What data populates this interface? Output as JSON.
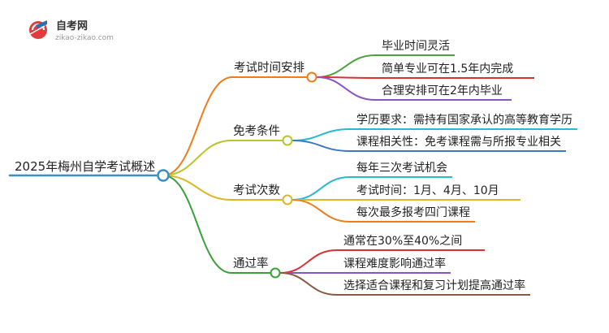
{
  "logo": {
    "title": "自考网",
    "subtitle": "zikao-zikao.com"
  },
  "root": {
    "label": "2025年梅州自学考试概述",
    "color": "#3a8fbf"
  },
  "branches": [
    {
      "label": "考试时间安排",
      "color": "#f07c1a",
      "leaves": [
        {
          "label": "毕业时间灵活",
          "color": "#4aa33d"
        },
        {
          "label": "简单专业可在1.5年内完成",
          "color": "#d93232"
        },
        {
          "label": "合理安排可在2年内毕业",
          "color": "#8a55c2"
        }
      ]
    },
    {
      "label": "免考条件",
      "color": "#b9c52a",
      "leaves": [
        {
          "label": "学历要求：需持有国家承认的高等教育学历",
          "color": "#2bb8d2"
        },
        {
          "label": "课程相关性：免考课程需与所报专业相关",
          "color": "#3a7bc2"
        }
      ]
    },
    {
      "label": "考试次数",
      "color": "#d9b82a",
      "leaves": [
        {
          "label": "每年三次考试机会",
          "color": "#2bb8d2"
        },
        {
          "label": "考试时间：1月、4月、10月",
          "color": "#d9b82a"
        },
        {
          "label": "每次最多报考四门课程",
          "color": "#f07c1a"
        }
      ]
    },
    {
      "label": "通过率",
      "color": "#3aa03a",
      "leaves": [
        {
          "label": "通常在30%至40%之间",
          "color": "#d93232"
        },
        {
          "label": "课程难度影响通过率",
          "color": "#8a55c2"
        },
        {
          "label": "选择适合课程和复习计划提高通过率",
          "color": "#8b5a44"
        }
      ]
    }
  ]
}
